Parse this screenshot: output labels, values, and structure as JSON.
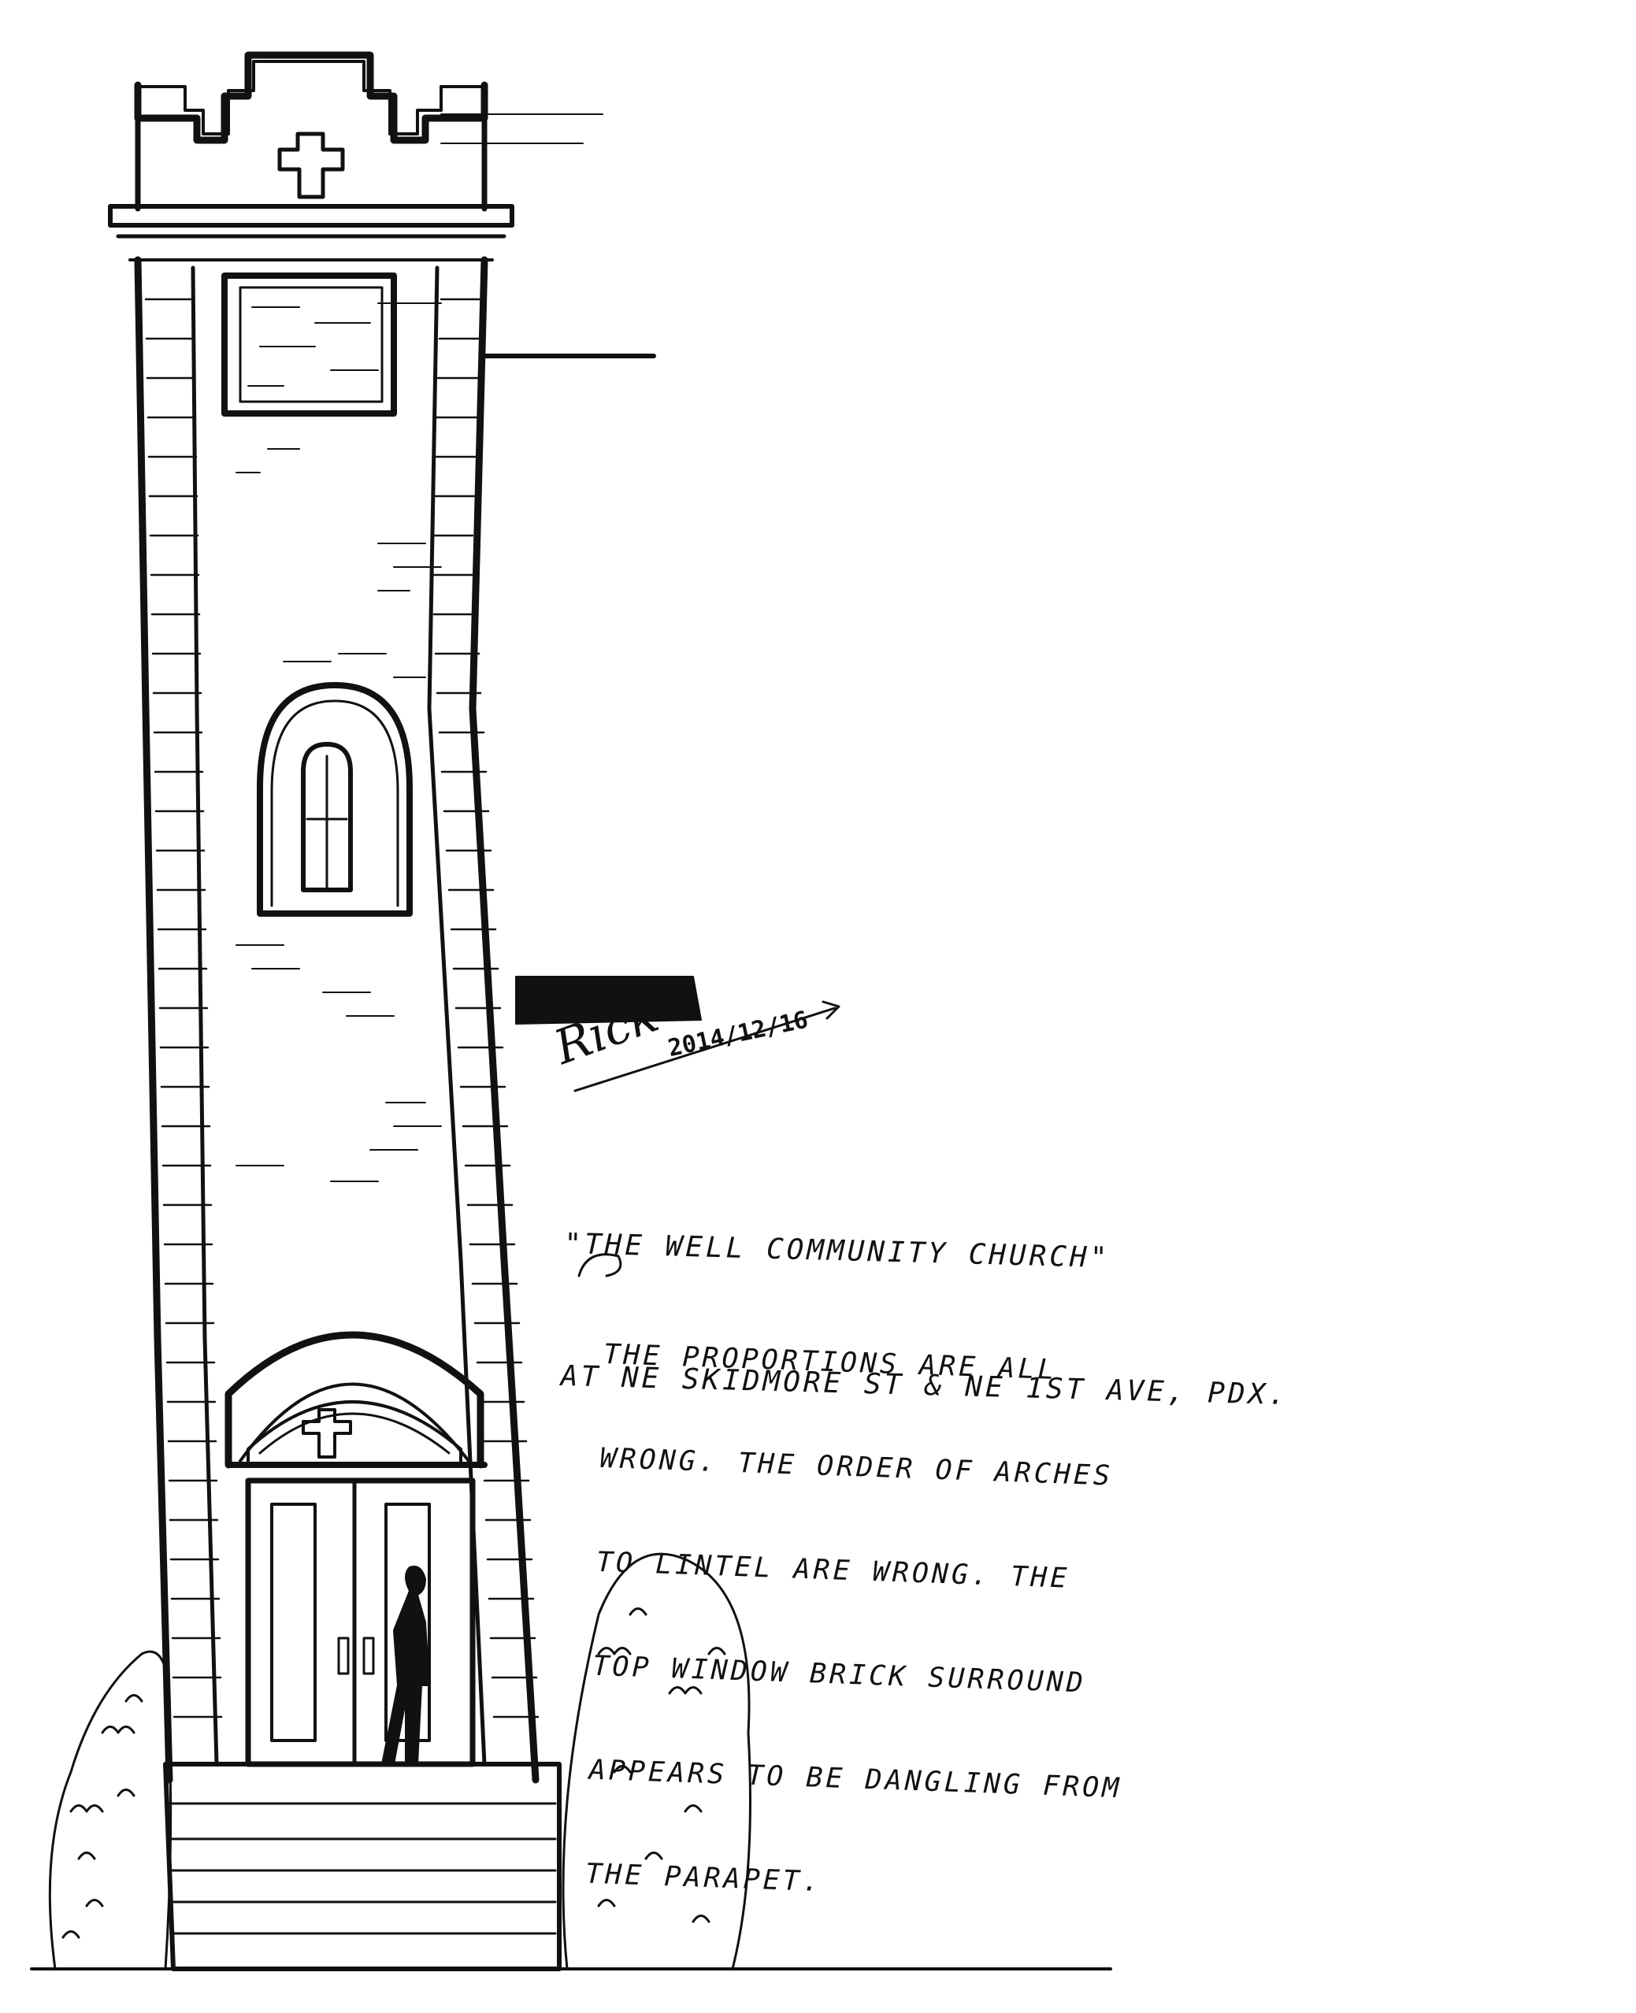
{
  "drawing": {
    "signature": "Rick",
    "date": "2014/12/16",
    "caption_lines": [
      "\"THE WELL COMMUNITY CHURCH\"",
      "AT NE SKIDMORE ST & NE 1ST AVE, PDX."
    ],
    "critique_lines": [
      "THE PROPORTIONS ARE ALL",
      "WRONG. THE ORDER OF ARCHES",
      "TO LINTEL ARE WRONG. THE",
      "TOP WINDOW BRICK SURROUND",
      "APPEARS TO BE DANGLING FROM",
      "THE PARAPET."
    ],
    "ink_color": "#111111",
    "paper_color": "#ffffff"
  }
}
